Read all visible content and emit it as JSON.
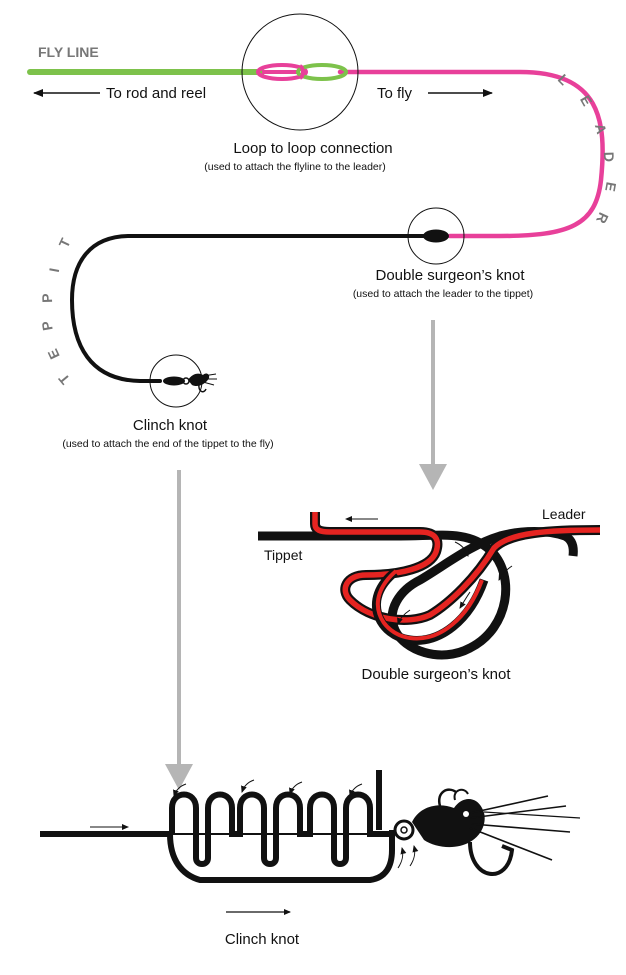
{
  "labels": {
    "fly_line": "FLY LINE",
    "leader": "LEADER",
    "tippet": "TIPPET",
    "to_rod": "To rod and reel",
    "to_fly": "To fly"
  },
  "connections": {
    "loop": {
      "title": "Loop to loop connection",
      "subtitle": "(used to attach the flyline to the leader)"
    },
    "surgeon": {
      "title": "Double surgeon’s knot",
      "subtitle": "(used to attach the leader to the tippet)"
    },
    "clinch": {
      "title": "Clinch knot",
      "subtitle": "(used to attach the end of the tippet to the fly)"
    }
  },
  "detail_surgeon": {
    "tippet": "Tippet",
    "leader": "Leader",
    "caption": "Double surgeon’s knot"
  },
  "detail_clinch": {
    "caption": "Clinch knot"
  },
  "colors": {
    "fly_line": "#7dc24b",
    "leader": "#e8409a",
    "tippet": "#000000",
    "leader_detail": "#e52421",
    "arrow_gray": "#b5b5b5",
    "label_gray": "#777777"
  }
}
